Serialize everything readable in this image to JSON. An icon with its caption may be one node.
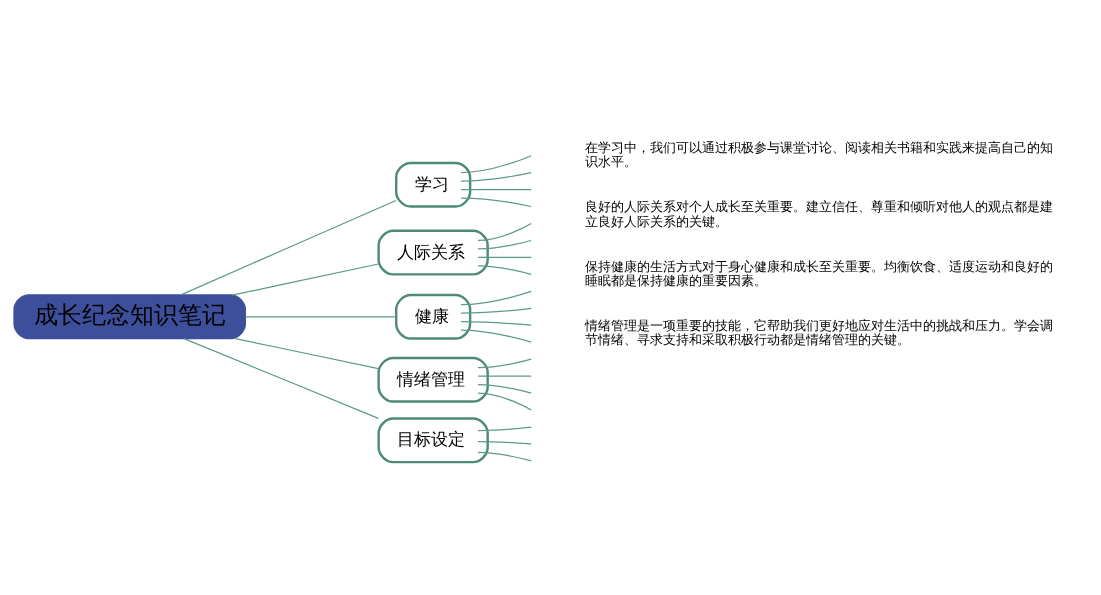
{
  "diagram": {
    "nodes": [
      {
        "text": [
          "成长纪念知识笔记"
        ]
      },
      {
        "text": [
          "学习"
        ]
      },
      {
        "text": [
          "人际关系"
        ]
      },
      {
        "text": [
          "健康"
        ]
      },
      {
        "text": [
          "情绪管理"
        ]
      },
      {
        "text": [
          "目标设定"
        ]
      }
    ],
    "edges": [
      {
        "from": 0,
        "to": 1,
        "arrow": "none"
      },
      {
        "from": 0,
        "to": 2,
        "arrow": "none"
      },
      {
        "from": 0,
        "to": 3,
        "arrow": "none"
      },
      {
        "from": 0,
        "to": 4,
        "arrow": "none"
      },
      {
        "from": 0,
        "to": 5,
        "arrow": "none"
      },
      {
        "from": 1,
        "to": null,
        "arrow": "none"
      },
      {
        "from": 1,
        "to": null,
        "arrow": "none"
      },
      {
        "from": 1,
        "to": null,
        "arrow": "none"
      },
      {
        "from": 1,
        "to": null,
        "arrow": "none"
      },
      {
        "from": 2,
        "to": null,
        "arrow": "none"
      },
      {
        "from": 2,
        "to": null,
        "arrow": "none"
      },
      {
        "from": 2,
        "to": null,
        "arrow": "none"
      },
      {
        "from": 2,
        "to": null,
        "arrow": "none"
      },
      {
        "from": 3,
        "to": null,
        "arrow": "none"
      },
      {
        "from": 3,
        "to": null,
        "arrow": "none"
      },
      {
        "from": 3,
        "to": null,
        "arrow": "none"
      },
      {
        "from": 3,
        "to": null,
        "arrow": "none"
      },
      {
        "from": 4,
        "to": null,
        "arrow": "none"
      },
      {
        "from": 4,
        "to": null,
        "arrow": "none"
      },
      {
        "from": 4,
        "to": null,
        "arrow": "none"
      },
      {
        "from": 4,
        "to": null,
        "arrow": "none"
      },
      {
        "from": 5,
        "to": null,
        "arrow": "none"
      },
      {
        "from": 5,
        "to": null,
        "arrow": "none"
      },
      {
        "from": 5,
        "to": null,
        "arrow": "none"
      }
    ],
    "labels": [
      "在学习中，我们可以通过积极参与课堂讨论、阅读相关书籍和实践来提高自己的知识水平。",
      "良好的人际关系对个人成长至关重要。建立信任、尊重和倾听对他人的观点都是建立良好人际关系的关键。",
      "保持健康的生活方式对于身心健康和成长至关重要。均衡饮食、适度运动和良好的睡眠都是保持健康的重要因素。",
      "情绪管理是一项重要的技能，它帮助我们更好地应对生活中的挑战和压力。学会调节情绪、寻求支持和采取积极行动都是情绪管理的关键。"
    ]
  }
}
